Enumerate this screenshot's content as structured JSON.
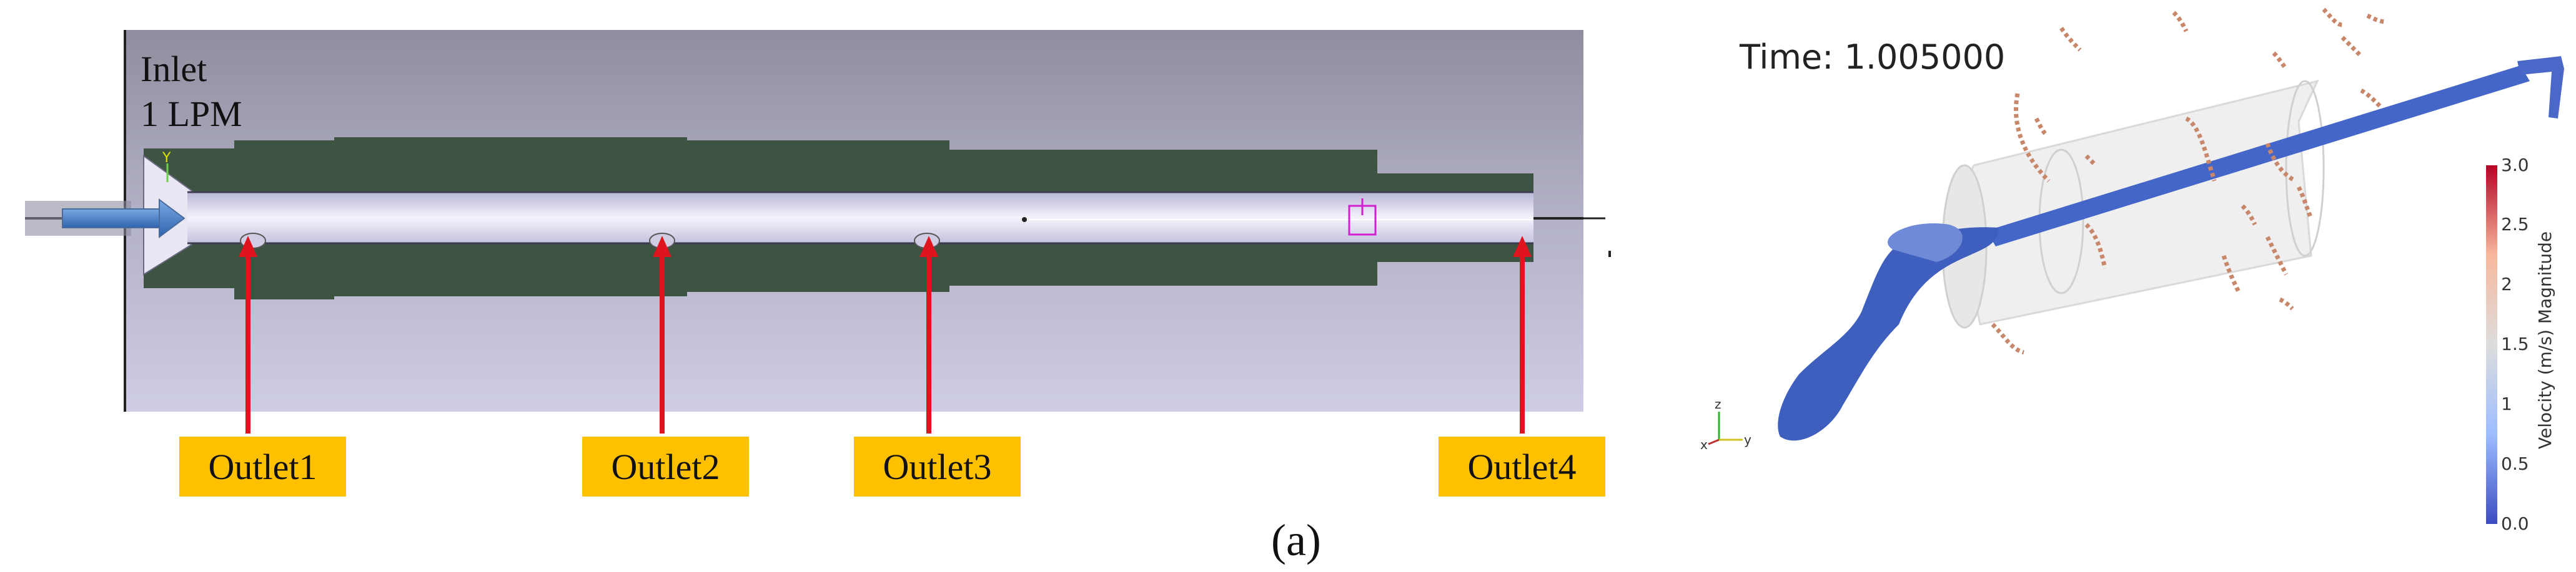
{
  "left_panel": {
    "inlet_title": "Inlet",
    "inlet_flow": "1 LPM",
    "outlets": [
      "Outlet1",
      "Outlet2",
      "Outlet3",
      "Outlet4"
    ],
    "colors": {
      "background": "#9a99aa",
      "pipe": "#d8d6ec",
      "wall": "#3d5442",
      "arrow": "#e0141e",
      "label": "#ffc000"
    }
  },
  "right_panel": {
    "time_label": "Time: 1.005000",
    "colorbar": {
      "title": "Velocity (m/s) Magnitude",
      "ticks": [
        "3.0",
        "2.5",
        "2",
        "1.5",
        "1",
        "0.5",
        "0.0"
      ],
      "colors": [
        "#b40426",
        "#f7b89c",
        "#dddddd",
        "#9dbdff",
        "#3b4cc0"
      ]
    },
    "axes_icon": {
      "x": "x",
      "y": "y",
      "z": "z"
    }
  },
  "caption": "(a)"
}
